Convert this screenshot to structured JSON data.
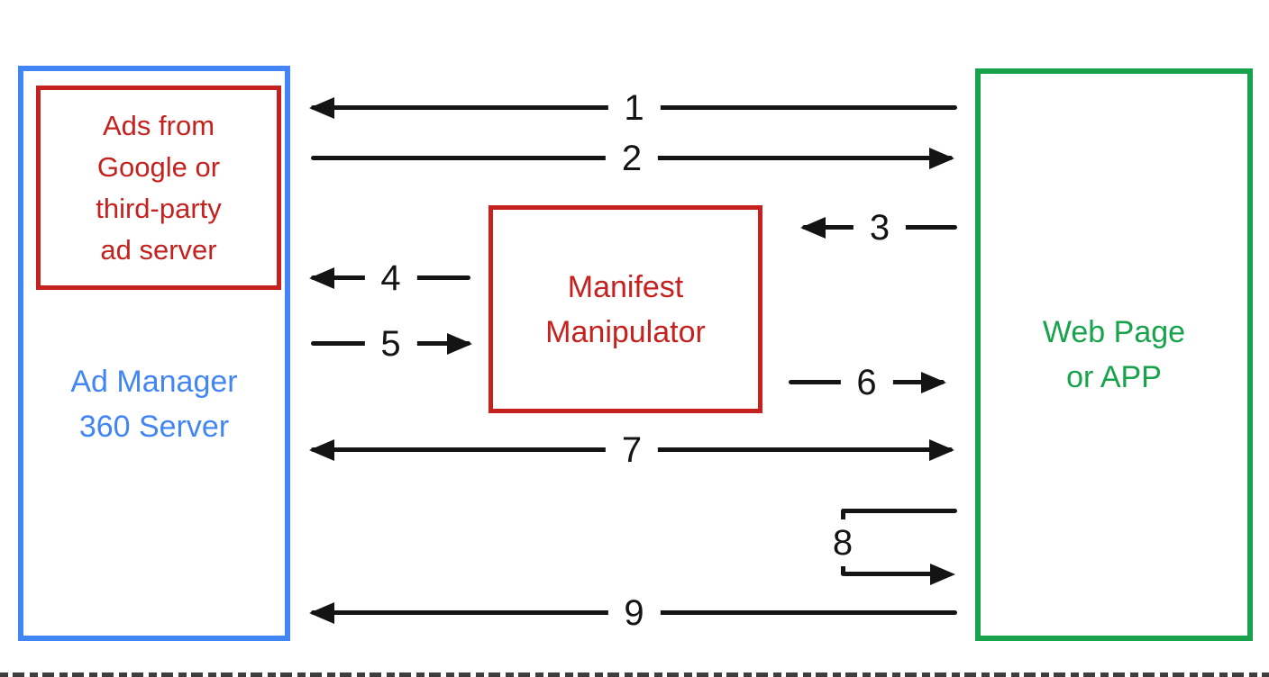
{
  "boxes": {
    "ad_server": {
      "lines": [
        "Ads from",
        "Google or",
        "third-party",
        "ad server"
      ]
    },
    "ad_manager": {
      "lines": [
        "Ad Manager",
        "360 Server"
      ]
    },
    "manifest": {
      "lines": [
        "Manifest",
        "Manipulator"
      ]
    },
    "webpage": {
      "lines": [
        "Web Page",
        "or APP"
      ]
    }
  },
  "arrows": [
    {
      "label": "1",
      "direction": "web-page-to-ad-manager"
    },
    {
      "label": "2",
      "direction": "ad-manager-to-web-page"
    },
    {
      "label": "3",
      "direction": "web-page-to-manifest-manipulator"
    },
    {
      "label": "4",
      "direction": "manifest-manipulator-to-ad-manager"
    },
    {
      "label": "5",
      "direction": "ad-manager-to-manifest-manipulator"
    },
    {
      "label": "6",
      "direction": "manifest-manipulator-to-web-page"
    },
    {
      "label": "7",
      "direction": "bidirectional-ad-manager-web-page"
    },
    {
      "label": "8",
      "direction": "web-page-self-loop"
    },
    {
      "label": "9",
      "direction": "web-page-to-ad-manager"
    }
  ],
  "colors": {
    "blue": "#4285f4",
    "red": "#c5221f",
    "green": "#17a24b",
    "arrow_black": "#141414"
  }
}
